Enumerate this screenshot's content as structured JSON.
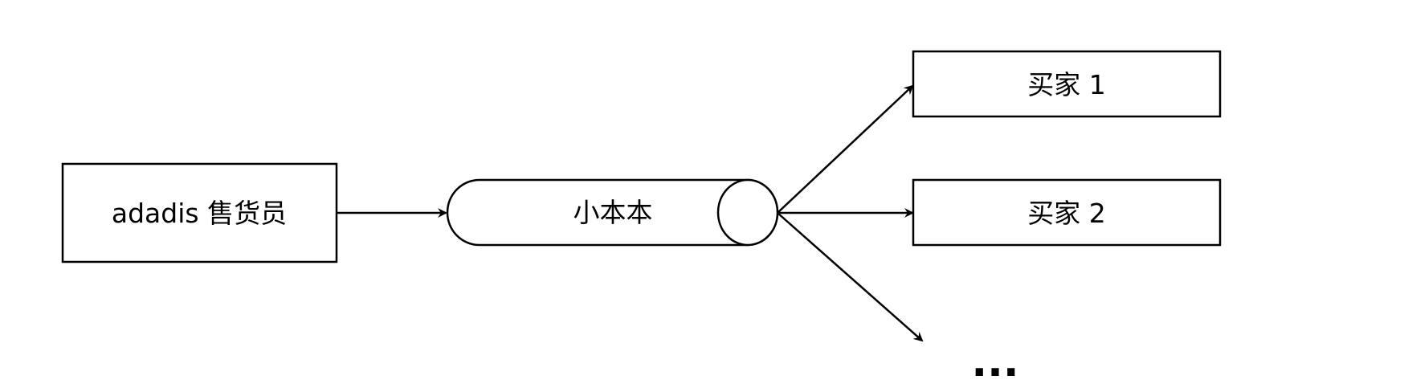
{
  "nodes": {
    "seller": "adadis 售货员",
    "notebook": "小本本",
    "buyer1": "买家 1",
    "buyer2": "买家 2",
    "more": "..."
  },
  "colors": {
    "stroke": "#000000",
    "fill": "#ffffff"
  }
}
